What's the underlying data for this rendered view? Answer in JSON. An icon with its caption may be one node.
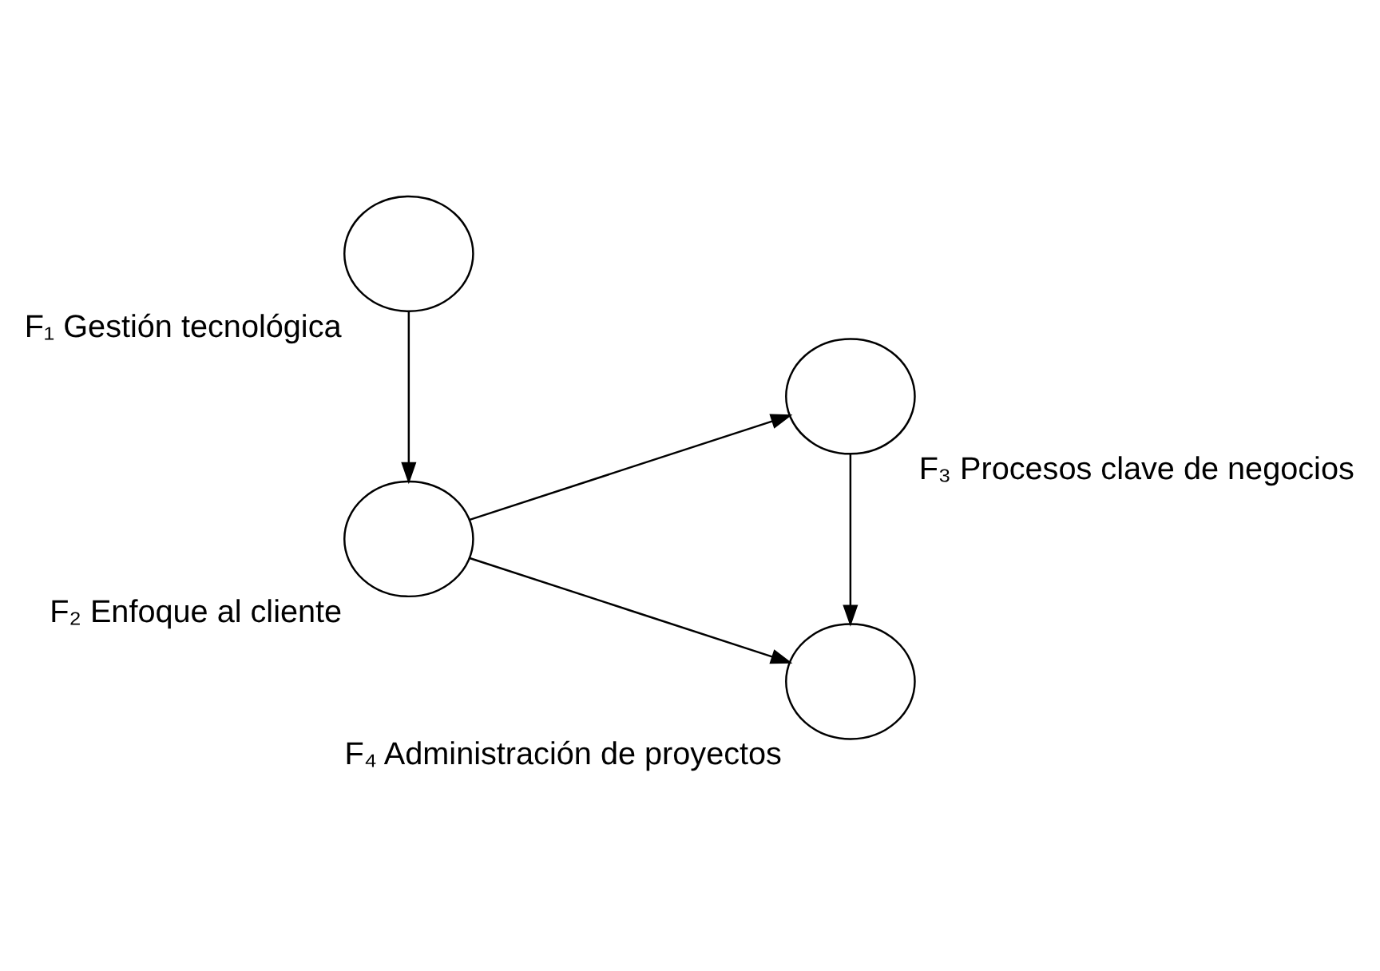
{
  "diagram": {
    "nodes": [
      {
        "text": [
          "F₁ Gestión tecnológica"
        ]
      },
      {
        "text": [
          "F₂ Enfoque al cliente"
        ]
      },
      {
        "text": [
          "F₃ Procesos clave de negocios"
        ]
      },
      {
        "text": [
          "F₄ Administración de proyectos"
        ]
      }
    ],
    "edges": [
      {
        "from": 0,
        "to": 1,
        "arrow": "to"
      },
      {
        "from": 1,
        "to": 2,
        "arrow": "to"
      },
      {
        "from": 1,
        "to": 3,
        "arrow": "to"
      },
      {
        "from": 2,
        "to": 3,
        "arrow": "to"
      }
    ]
  }
}
